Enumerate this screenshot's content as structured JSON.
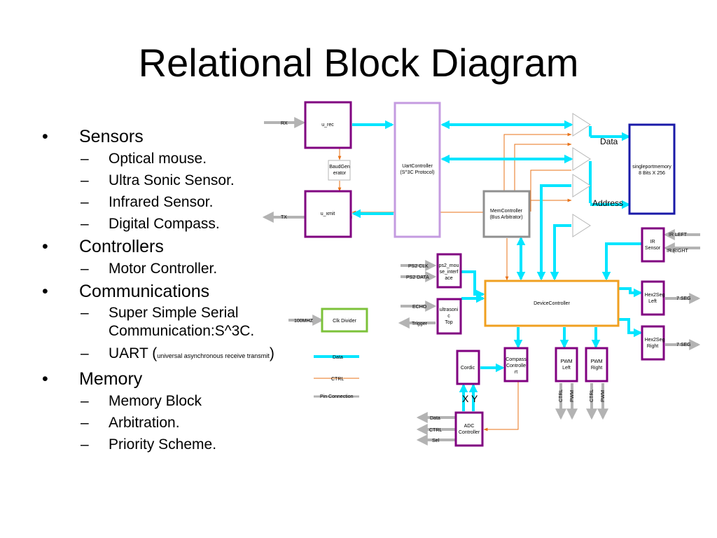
{
  "title": "Relational Block Diagram",
  "bullets": {
    "sensors": "Sensors",
    "optical": "Optical mouse.",
    "ultrasonic": "Ultra Sonic Sensor.",
    "infrared": "Infrared Sensor.",
    "compass": "Digital Compass.",
    "controllers": "Controllers",
    "motor": "Motor Controller.",
    "communications": "Communications",
    "sss_line1": "Super Simple Serial",
    "sss_line2": "Communication:S^3C.",
    "uart_prefix": "UART (",
    "uart_small": "universal asynchronous receive transmit",
    "uart_suffix": ")",
    "memory": "Memory",
    "memblock": "Memory Block",
    "arbitration": "Arbitration.",
    "priority": "Priority Scheme.",
    "bullet_mark": "•",
    "dash_mark": "–"
  },
  "diagram": {
    "u_rec": "u_rec",
    "u_xmit": "u_xmit",
    "baud_1": "BaudGen",
    "baud_2": "erator",
    "uart_1": "UartController",
    "uart_2": "(S^3C Protocol)",
    "mem_1": "MemController",
    "mem_2": "(Bus Arbitrator)",
    "single_1": "singleportmemory",
    "single_2": "8 Bits  X 256",
    "ir_1": "IR",
    "ir_2": "Sensor",
    "ps2_1": "ps2_mou",
    "ps2_2": "se_interf",
    "ps2_3": "ace",
    "ultra_1": "ultrasoni",
    "ultra_2": "c",
    "ultra_3": "Top",
    "device": "DeviceController",
    "hexl_1": "Hex2Seg",
    "hexl_2": "Left",
    "hexr_1": "Hex2Seg",
    "hexr_2": "Right",
    "cordic": "Cordic",
    "compass_1": "Compass",
    "compass_2": "Controlle",
    "compass_3": "rt",
    "pwml_1": "PWM",
    "pwml_2": "Left",
    "pwmr_1": "PWM",
    "pwmr_2": "Right",
    "adc_1": "ADC",
    "adc_2": "Controller",
    "clk": "Clk Divider",
    "rx": "RX",
    "tx": "TX",
    "ps2clk": "PS2 CLK",
    "ps2data": "PS2 DATA",
    "echo": "ECHO",
    "trigger": "Trigger",
    "mhz": "100MHZ",
    "data_lbl": "Data",
    "address_lbl": "Address",
    "ir_left": "IR LEFT",
    "ir_right": "IR RIGHT",
    "seg_top": "7 SEG",
    "seg_bot": "7 SEG",
    "xy": "X Y",
    "adc_data": "Data",
    "adc_ctrl": "CTRL",
    "adc_sel": "Sel",
    "pwm_ctrl_l": "CTRL",
    "pwm_pwm_l": "PWM",
    "pwm_ctrl_r": "CTRL",
    "pwm_pwm_r": "PWM",
    "legend_data": "Data",
    "legend_ctrl": "CTRL",
    "legend_pin": "Pin Connection"
  },
  "colors": {
    "data_bus": "#00e5ff",
    "control": "#e8731a",
    "pin": "#b3b3b3",
    "block_purple": "#800080",
    "uart_lavender": "#c49be0",
    "device_orange": "#f0a020",
    "memory_blue": "#1a1aa8",
    "memctrl_gray": "#909090",
    "clk_green": "#7cc23a"
  }
}
